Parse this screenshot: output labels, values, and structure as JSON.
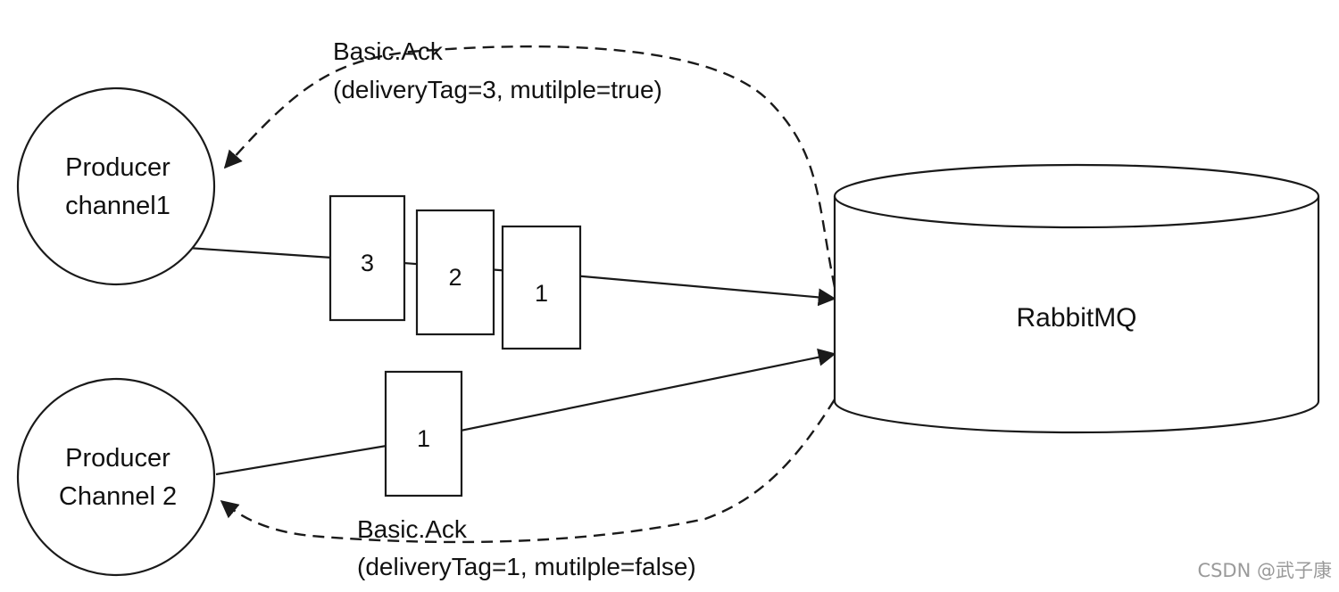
{
  "producers": [
    {
      "line1": "Producer",
      "line2": "channel1"
    },
    {
      "line1": "Producer",
      "line2": "Channel 2"
    }
  ],
  "broker": {
    "label": "RabbitMQ"
  },
  "channel1_messages": [
    "3",
    "2",
    "1"
  ],
  "channel2_messages": [
    "1"
  ],
  "acks": [
    {
      "line1": "Basic.Ack",
      "line2": "(deliveryTag=3, mutilple=true)"
    },
    {
      "line1": "Basic.Ack",
      "line2": "(deliveryTag=1, mutilple=false)"
    }
  ],
  "watermark": "CSDN @武子康",
  "colors": {
    "stroke": "#1a1a1a",
    "text": "#111111",
    "background": "#ffffff",
    "watermark": "#9a9a9a"
  }
}
